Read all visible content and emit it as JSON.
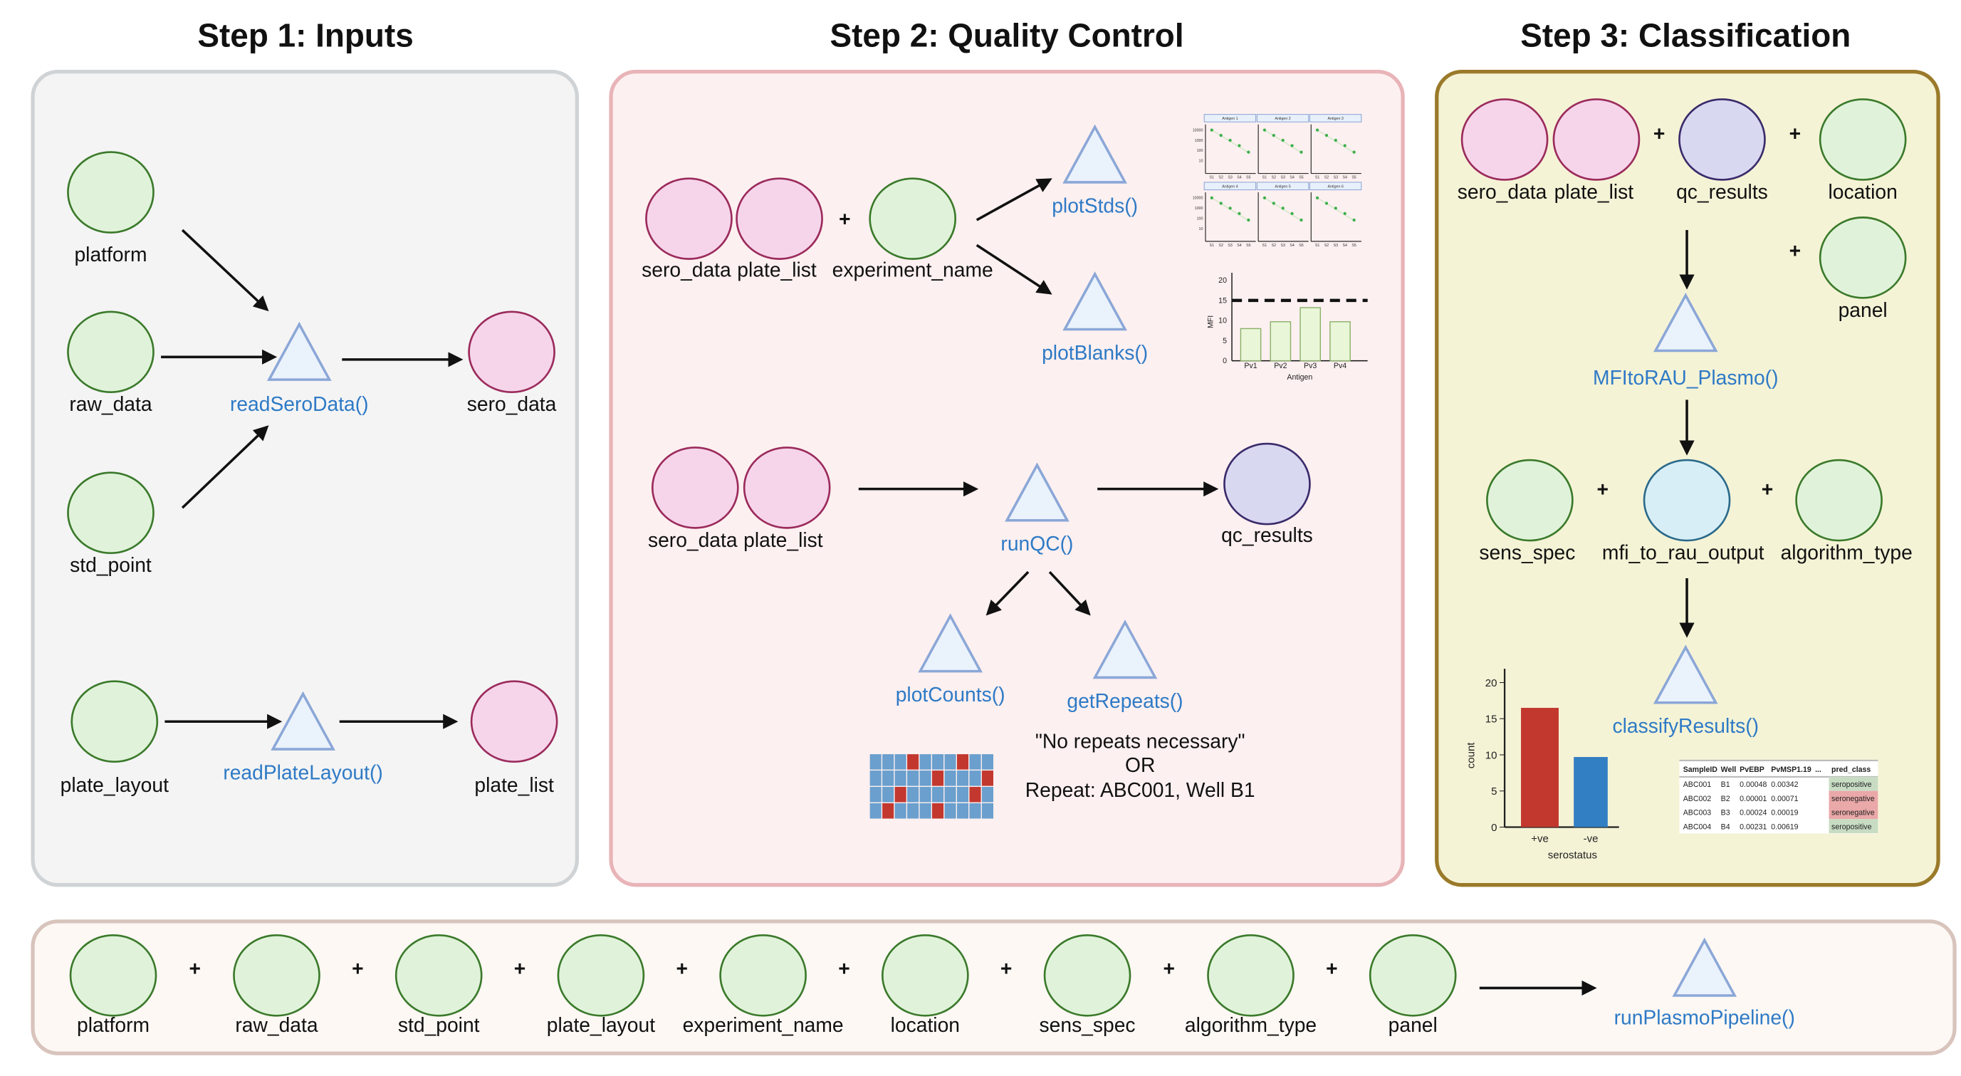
{
  "steps": [
    {
      "title": "Step 1: Inputs"
    },
    {
      "title": "Step 2: Quality Control"
    },
    {
      "title": "Step 3: Classification"
    }
  ],
  "plus": "+",
  "step1": {
    "inputs": [
      "platform",
      "raw_data",
      "std_point",
      "plate_layout"
    ],
    "functions": [
      "readSeroData()",
      "readPlateLayout()"
    ],
    "outputs": [
      "sero_data",
      "plate_list"
    ]
  },
  "step2": {
    "inputs_a": [
      "sero_data",
      "plate_list",
      "experiment_name"
    ],
    "inputs_b": [
      "sero_data",
      "plate_list"
    ],
    "functions": [
      "plotStds()",
      "plotBlanks()",
      "runQC()",
      "plotCounts()",
      "getRepeats()"
    ],
    "output": "qc_results",
    "repeats_text": [
      "\"No repeats necessary\"",
      "OR",
      "Repeat: ABC001, Well B1"
    ]
  },
  "step3": {
    "inputs": [
      "sero_data",
      "plate_list",
      "qc_results",
      "location",
      "panel"
    ],
    "inputs_b": [
      "sens_spec",
      "mfi_to_rau_output",
      "algorithm_type"
    ],
    "functions": [
      "MFItoRAU_Plasmo()",
      "classifyResults()"
    ]
  },
  "pipeline": {
    "inputs": [
      "platform",
      "raw_data",
      "std_point",
      "plate_layout",
      "experiment_name",
      "location",
      "sens_spec",
      "algorithm_type",
      "panel"
    ],
    "function": "runPlasmoPipeline()"
  },
  "colors": {
    "input_fill": "#e0f3da",
    "input_stroke": "#3b7a2b",
    "data_fill": "#f6d5ea",
    "data_stroke": "#9b2b5c",
    "qc_fill": "#d9d8f1",
    "qc_stroke": "#3a2b6b",
    "mfi_fill": "#d8eef6",
    "mfi_stroke": "#2b6a8b",
    "function_fill": "#eaf2fc",
    "function_stroke": "#8ba7d7",
    "function_text": "#2e7ac6",
    "positive": "#c2382f",
    "negative": "#327fc3"
  },
  "chart_data": [
    {
      "type": "scatter",
      "facets": [
        "Antigen 1",
        "Antigen 2",
        "Antigen 3",
        "Antigen 4",
        "Antigen 5",
        "Antigen 6"
      ],
      "x": [
        "S1",
        "S2",
        "S3",
        "S4",
        "S5"
      ],
      "values": [
        10000,
        3000,
        1000,
        300,
        70
      ],
      "y_ticks": [
        "10000",
        "1000",
        "100",
        "10"
      ],
      "y_scale": "log"
    },
    {
      "type": "bar",
      "categories": [
        "Pv1",
        "Pv2",
        "Pv3",
        "Pv4"
      ],
      "values": [
        8,
        9.7,
        13.2,
        9.7
      ],
      "threshold": 15,
      "xlabel": "Antigen",
      "ylabel": "MFI",
      "ylim": [
        0,
        20
      ],
      "y_ticks": [
        "0",
        "5",
        "10",
        "15",
        "20"
      ]
    },
    {
      "type": "bar",
      "categories": [
        "+ve",
        "-ve"
      ],
      "values": [
        16.5,
        9.7
      ],
      "xlabel": "serostatus",
      "ylabel": "count",
      "ylim": [
        0,
        20
      ],
      "y_ticks": [
        "0",
        "5",
        "10",
        "15",
        "20"
      ]
    },
    {
      "type": "table",
      "columns": [
        "SampleID",
        "Well",
        "PvEBP",
        "PvMSP1.19",
        "...",
        "pred_class"
      ],
      "rows": [
        [
          "ABC001",
          "B1",
          "0.00048",
          "0.00342",
          "",
          "seropositive"
        ],
        [
          "ABC002",
          "B2",
          "0.00001",
          "0.00071",
          "",
          "seronegative"
        ],
        [
          "ABC003",
          "B3",
          "0.00024",
          "0.00019",
          "",
          "seronegative"
        ],
        [
          "ABC004",
          "B4",
          "0.00231",
          "0.00619",
          "",
          "seropositive"
        ]
      ]
    },
    {
      "type": "heatmap",
      "rows": 4,
      "cols": 10,
      "flagged": [
        [
          0,
          3
        ],
        [
          0,
          7
        ],
        [
          1,
          5
        ],
        [
          1,
          9
        ],
        [
          2,
          2
        ],
        [
          2,
          8
        ],
        [
          3,
          1
        ],
        [
          3,
          5
        ]
      ]
    }
  ]
}
